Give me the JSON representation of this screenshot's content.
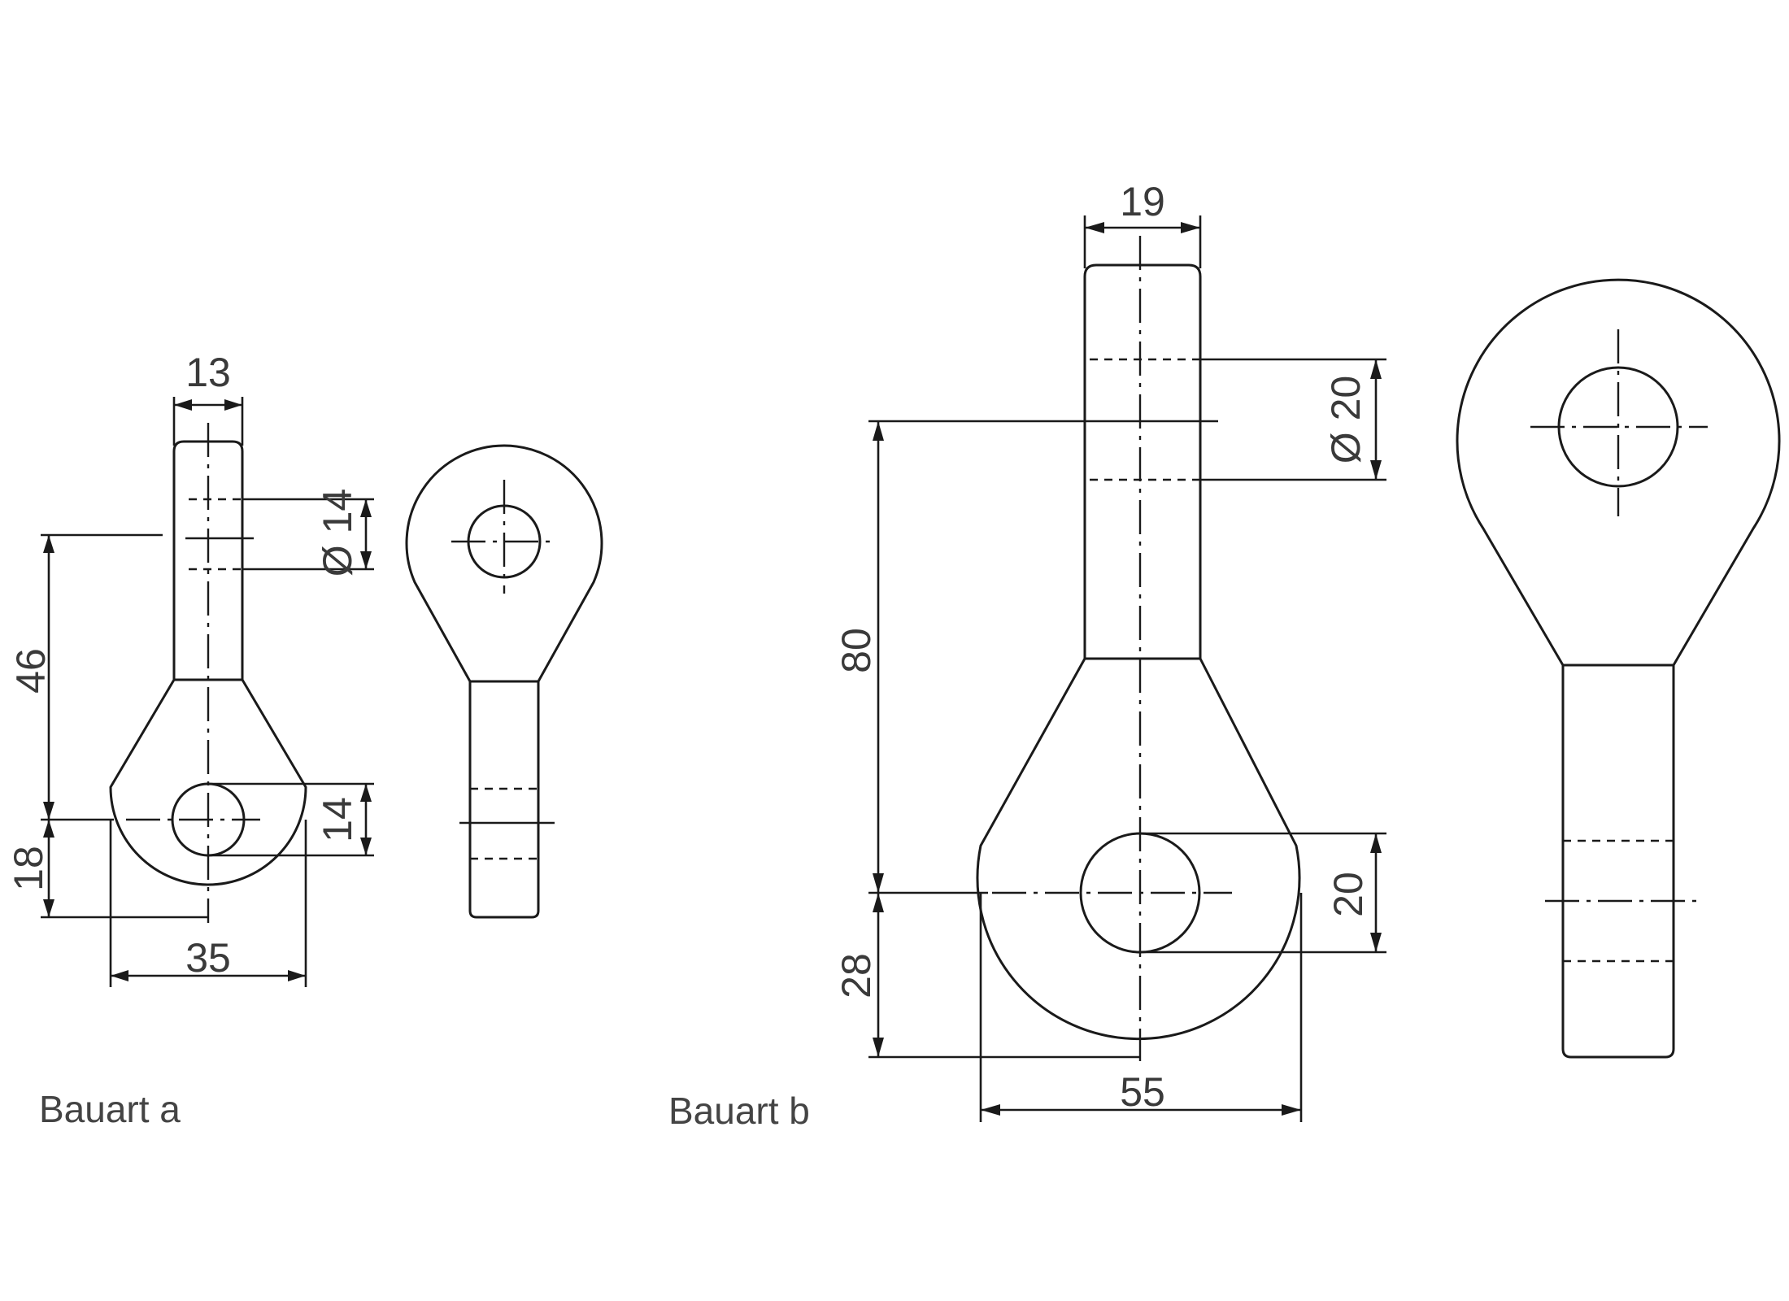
{
  "parts": {
    "a": {
      "caption": "Bauart a",
      "dimensions": {
        "head_width": "13",
        "hole_diameter": "Ø 14",
        "hole_spacing": "46",
        "eye_radius_offset": "18",
        "eye_hole": "14",
        "eye_width": "35"
      }
    },
    "b": {
      "caption": "Bauart b",
      "dimensions": {
        "head_width": "19",
        "hole_diameter": "Ø 20",
        "hole_spacing": "80",
        "eye_radius_offset": "28",
        "eye_hole": "20",
        "eye_width": "55"
      }
    }
  }
}
